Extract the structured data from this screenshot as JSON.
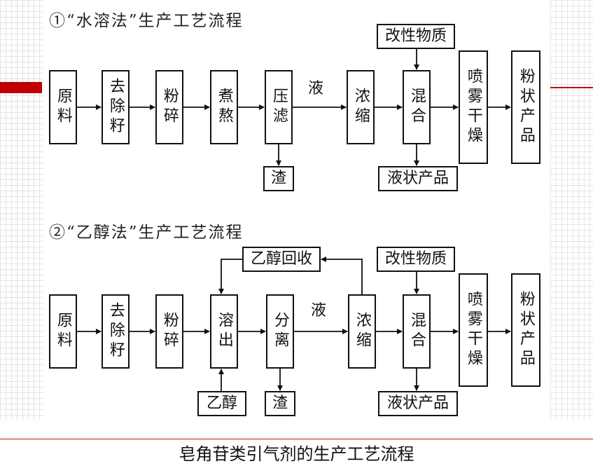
{
  "section1": {
    "heading": "①“水溶法”生产工艺流程",
    "steps": [
      "原料",
      "去除籽",
      "粉碎",
      "煮熬",
      "压滤",
      "浓缩",
      "混合",
      "喷雾干燥",
      "粉状产品"
    ],
    "flow_label": "液",
    "residue": "渣",
    "modifier": "改性物质",
    "liquid_product": "液状产品"
  },
  "section2": {
    "heading": "②“乙醇法”生产工艺流程",
    "steps": [
      "原料",
      "去除籽",
      "粉碎",
      "溶出",
      "分离",
      "浓缩",
      "混合",
      "喷雾干燥",
      "粉状产品"
    ],
    "flow_label": "液",
    "residue": "渣",
    "ethanol": "乙醇",
    "ethanol_recovery": "乙醇回收",
    "modifier": "改性物质",
    "liquid_product": "液状产品"
  },
  "caption": "皂角苷类引气剂的生产工艺流程"
}
